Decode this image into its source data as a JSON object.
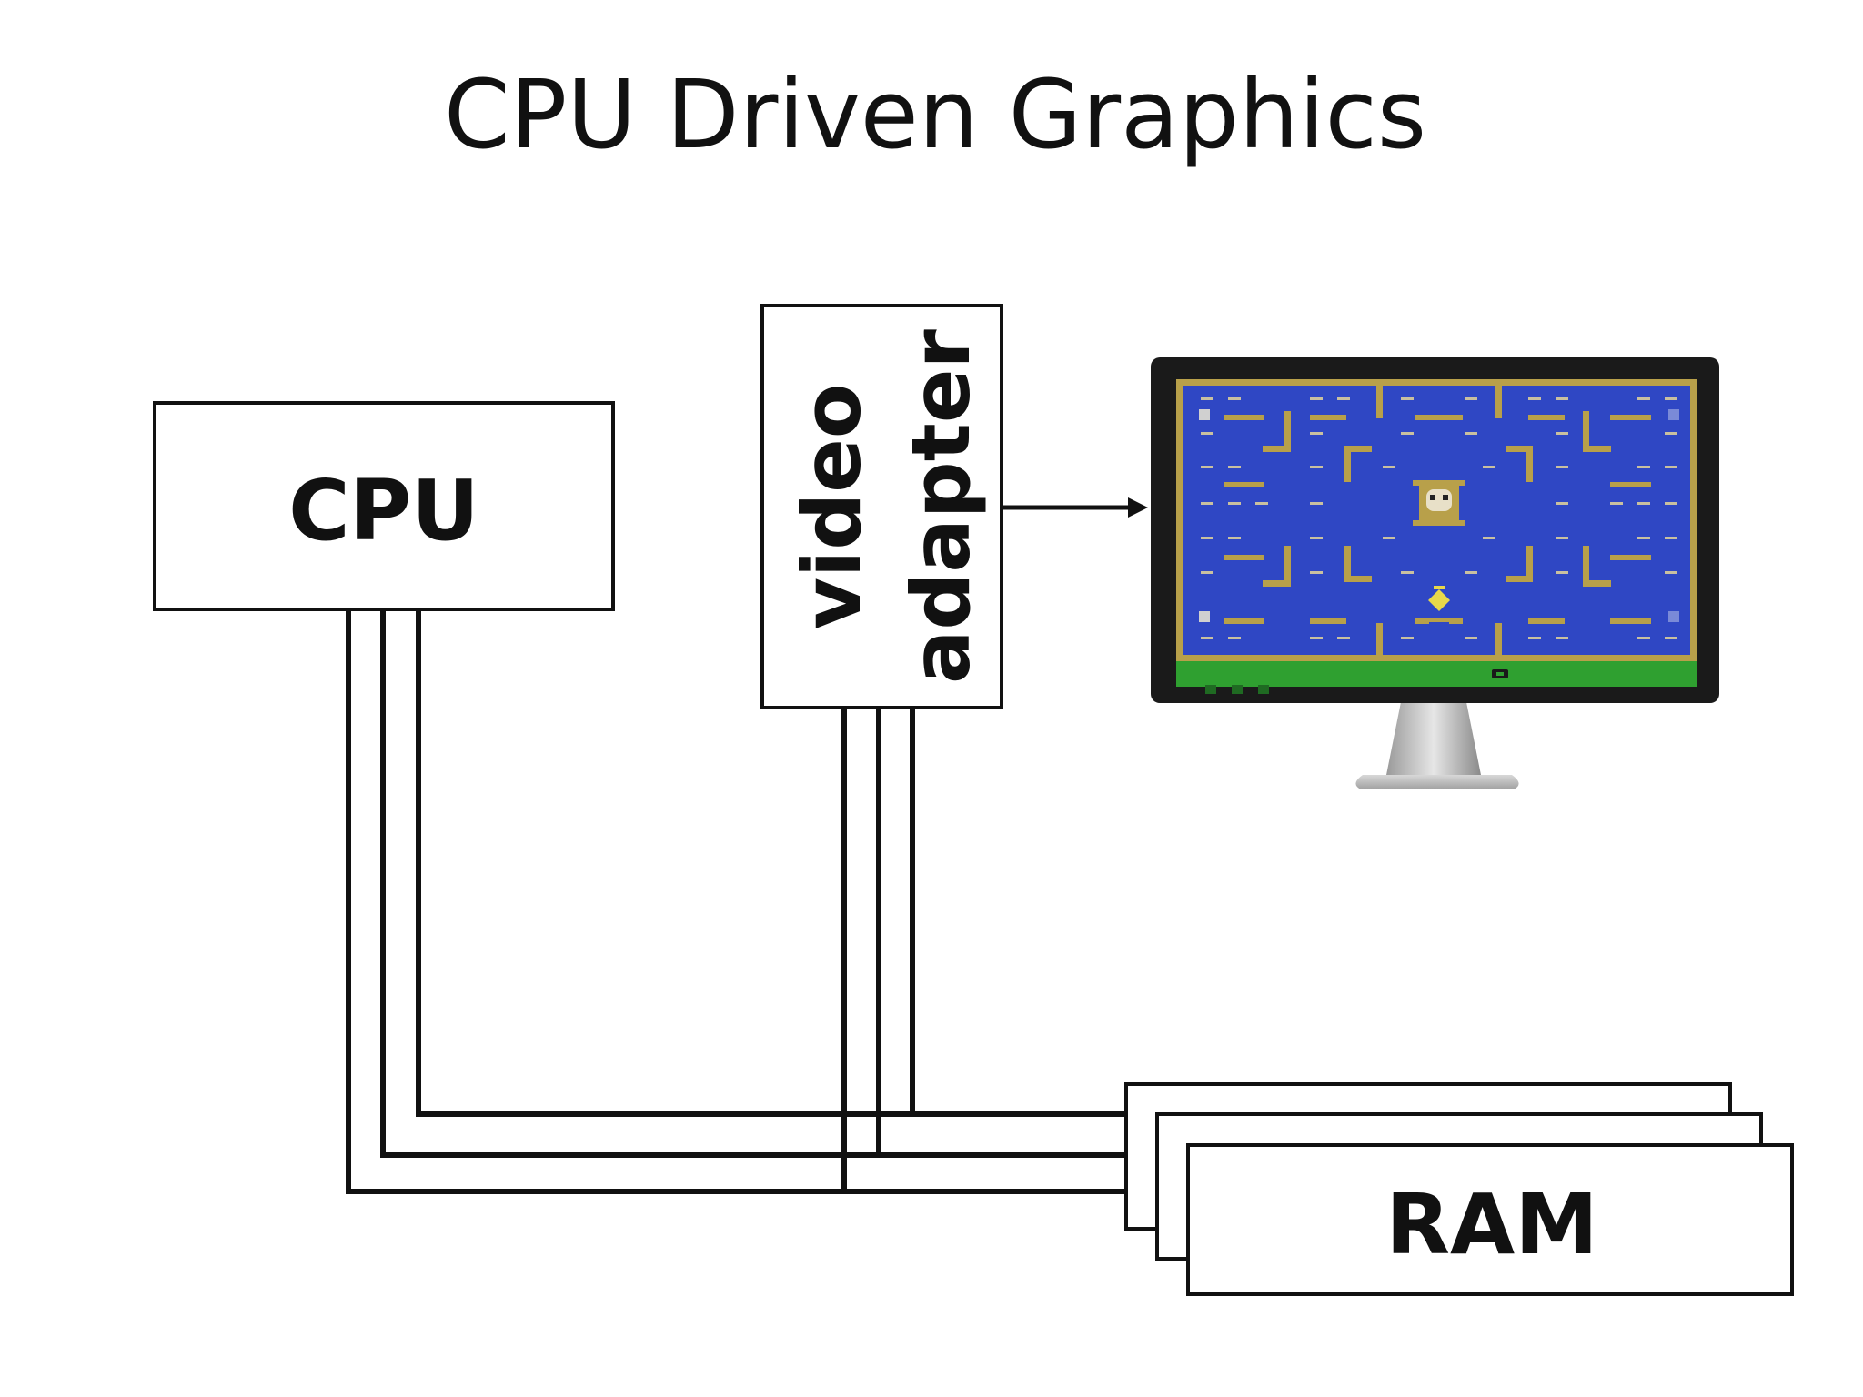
{
  "title": "CPU Driven Graphics",
  "components": {
    "cpu": {
      "label": "CPU"
    },
    "video_adapter": {
      "label_line1": "video",
      "label_line2": "adapter"
    },
    "ram": {
      "label": "RAM"
    },
    "monitor": {
      "screen_content": "pac-man maze game"
    }
  },
  "colors": {
    "maze_background": "#2f47c4",
    "maze_wall": "#b8a04a",
    "status_bar": "#2fa030",
    "bezel": "#1a1a1a",
    "line": "#111111"
  }
}
